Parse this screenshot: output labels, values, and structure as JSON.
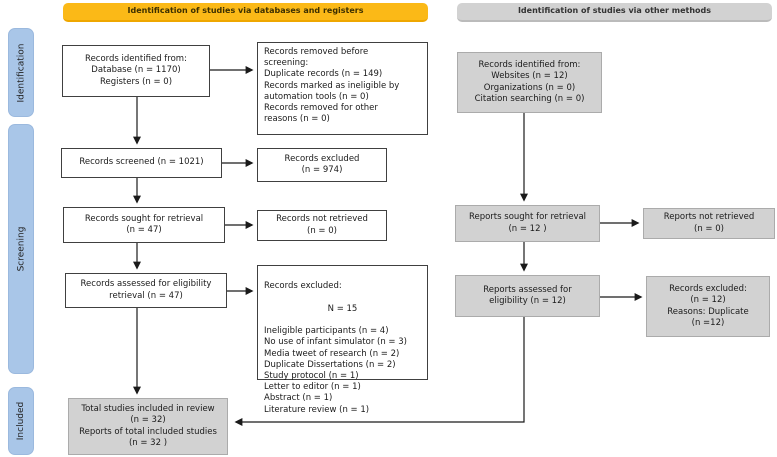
{
  "headers": {
    "databases": "Identification of studies via databases and registers",
    "other": "Identification of studies via other methods"
  },
  "sidebar": {
    "identification": "Identification",
    "screening": "Screening",
    "included": "Included"
  },
  "flow": {
    "db_identified": "Records identified from:\nDatabase (n = 1170)\nRegisters (n = 0)",
    "db_removed": "Records removed before\nscreening:\nDuplicate records (n = 149)\nRecords marked as ineligible by\nautomation tools (n = 0)\nRecords removed for other\nreasons (n = 0)",
    "screened": "Records screened (n = 1021)",
    "screened_excluded": "Records excluded\n(n = 974)",
    "sought": "Records sought for retrieval\n(n = 47)",
    "not_retrieved": "Records not retrieved\n(n = 0)",
    "assessed": "Records assessed for eligibility\nretrieval (n = 47)",
    "assessed_excluded": {
      "title": "Records excluded:",
      "count": "N = 15",
      "reasons": "Ineligible participants (n = 4)\nNo use of infant simulator (n = 3)\nMedia tweet of research (n = 2)\nDuplicate Dissertations (n = 2)\nStudy protocol (n = 1)\nLetter to editor (n = 1)\nAbstract (n = 1)\nLiterature review (n = 1)"
    },
    "included_total": "Total studies included in review\n(n = 32)\nReports of total included studies\n(n = 32 )",
    "other_identified": "Records identified from:\nWebsites (n = 12)\nOrganizations (n = 0)\nCitation searching (n = 0)",
    "reports_sought": "Reports sought for retrieval\n(n = 12 )",
    "reports_not_retrieved": "Reports not retrieved\n(n = 0)",
    "reports_assessed": "Reports assessed for\neligibility (n = 12)",
    "reports_excluded": "Records excluded:\n(n = 12)\nReasons: Duplicate\n(n =12)"
  },
  "colors": {
    "header_yellow": "#FBB917",
    "box_gray": "#D2D2D2",
    "sidebar_blue": "#A9C6E8",
    "arrow_black": "#1A1A1A",
    "white_box_border": "#404040"
  }
}
